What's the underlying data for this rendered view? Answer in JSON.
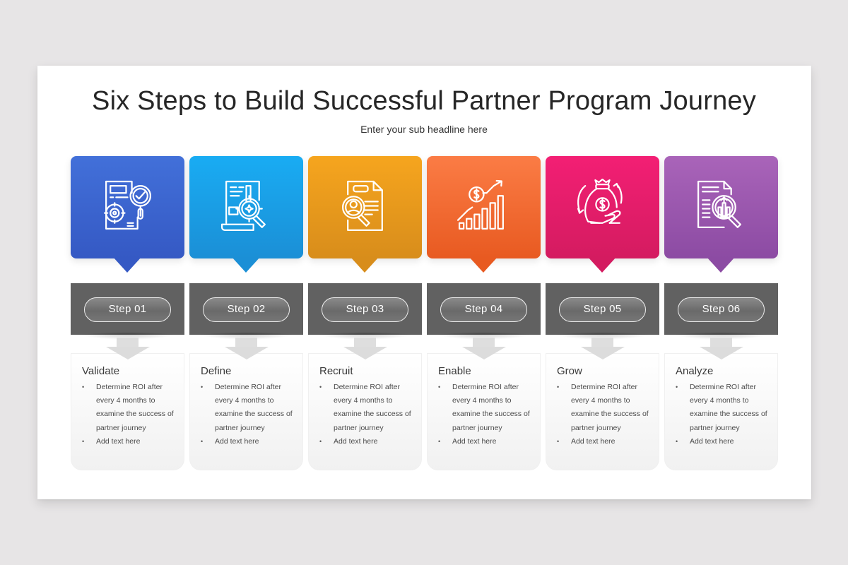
{
  "slide": {
    "title": "Six Steps to Build Successful Partner Program Journey",
    "subtitle": "Enter your sub headline here"
  },
  "colors": {
    "background": "#e7e5e6",
    "band": "#616161"
  },
  "steps": [
    {
      "step_label": "Step 01",
      "title": "Validate",
      "icon": "document-gear-magnifier-check-icon",
      "color_top": "#4270d9",
      "color_bottom": "#3559c4",
      "bullets": [
        "Determine ROI after every 4 months to examine the success of partner journey",
        "Add text here"
      ]
    },
    {
      "step_label": "Step 02",
      "title": "Define",
      "icon": "document-target-magnifier-icon",
      "color_top": "#19acf3",
      "color_bottom": "#1b8fd6",
      "bullets": [
        "Determine ROI after every 4 months to examine the success of partner journey",
        "Add text here"
      ]
    },
    {
      "step_label": "Step 03",
      "title": "Recruit",
      "icon": "resume-magnifier-person-icon",
      "color_top": "#f6a51e",
      "color_bottom": "#d88d1b",
      "bullets": [
        "Determine ROI after every 4 months to examine the success of partner journey",
        "Add text here"
      ]
    },
    {
      "step_label": "Step 04",
      "title": "Enable",
      "icon": "dollar-growth-chart-icon",
      "color_top": "#fb7c45",
      "color_bottom": "#e85a21",
      "bullets": [
        "Determine ROI after every 4 months to examine the success of partner journey",
        "Add text here"
      ]
    },
    {
      "step_label": "Step 05",
      "title": "Grow",
      "icon": "money-bag-hand-cycle-icon",
      "color_top": "#f31f74",
      "color_bottom": "#d41b60",
      "bullets": [
        "Determine ROI after every 4 months to examine the success of partner journey",
        "Add text here"
      ]
    },
    {
      "step_label": "Step 06",
      "title": "Analyze",
      "icon": "report-magnifier-chart-icon",
      "color_top": "#a964b9",
      "color_bottom": "#8c4ba3",
      "bullets": [
        "Determine ROI after every 4 months to examine the success of partner journey",
        "Add text here"
      ]
    }
  ]
}
